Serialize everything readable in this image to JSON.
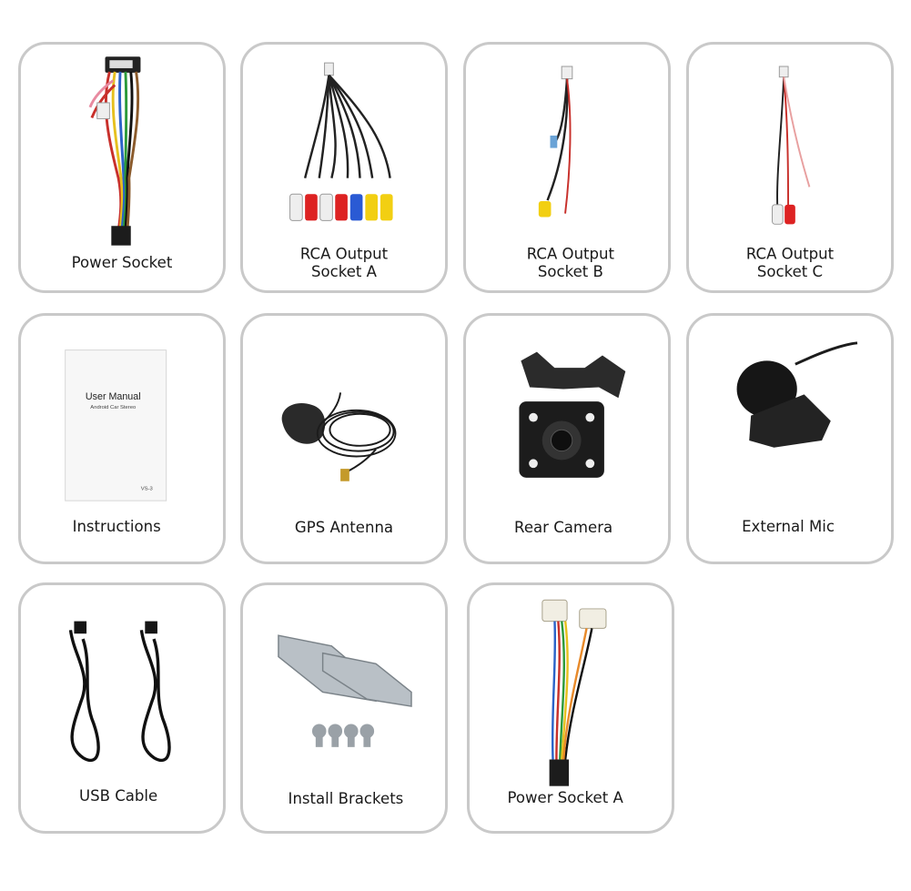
{
  "items": [
    {
      "label": "Power Socket",
      "icon": "power-socket-harness-icon"
    },
    {
      "label_line1": "RCA Output",
      "label_line2": "Socket A",
      "icon": "rca-cable-a-icon"
    },
    {
      "label_line1": "RCA Output",
      "label_line2": "Socket B",
      "icon": "rca-cable-b-icon"
    },
    {
      "label_line1": "RCA Output",
      "label_line2": "Socket C",
      "icon": "rca-cable-c-icon"
    },
    {
      "label": "Instructions",
      "icon": "user-manual-icon",
      "manual_title": "User Manual",
      "manual_subtitle": "Android Car Stereo",
      "manual_code": "VS-3"
    },
    {
      "label": "GPS Antenna",
      "icon": "gps-antenna-icon"
    },
    {
      "label": "Rear Camera",
      "icon": "rear-camera-icon"
    },
    {
      "label": "External Mic",
      "icon": "external-mic-icon"
    },
    {
      "label": "USB Cable",
      "icon": "usb-cable-icon"
    },
    {
      "label": "Install  Brackets",
      "icon": "install-brackets-icon"
    },
    {
      "label": "Power Socket A",
      "icon": "power-socket-a-harness-icon"
    }
  ],
  "colors": {
    "border": "#c9c9c9",
    "text": "#1a1a1a"
  }
}
